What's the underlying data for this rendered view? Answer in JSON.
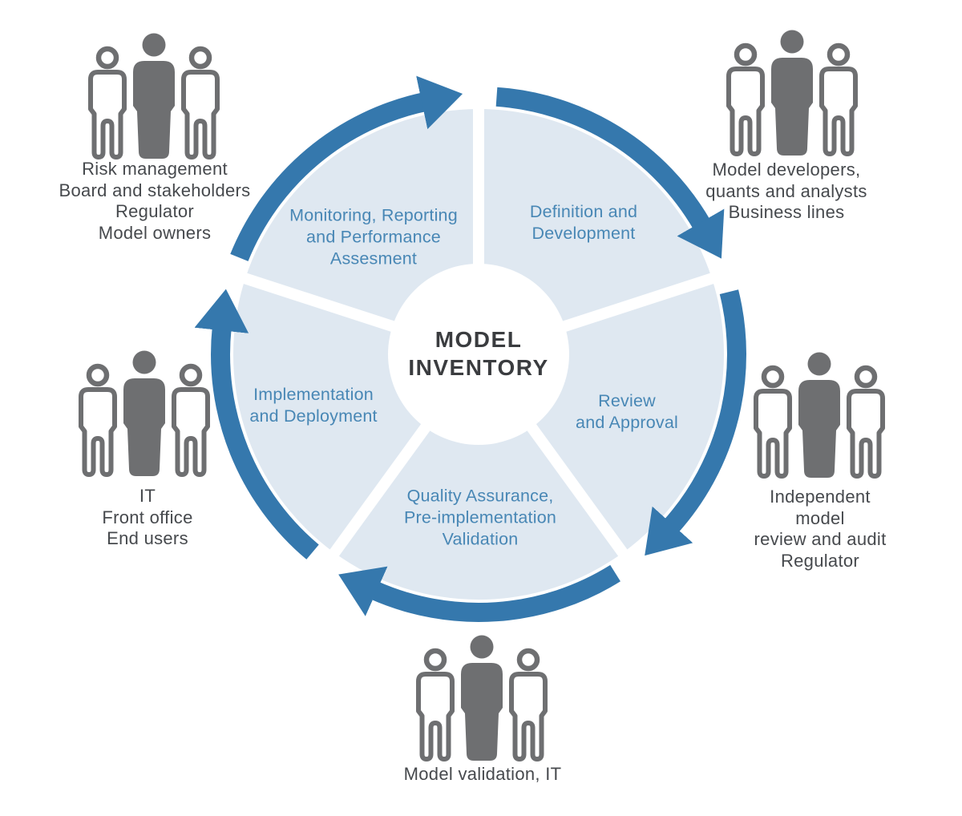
{
  "diagram": {
    "center_title": "MODEL\nINVENTORY",
    "wedges": {
      "monitoring": "Monitoring, Reporting\nand Performance\nAssesment",
      "definition": "Definition and\nDevelopment",
      "review": "Review\nand Approval",
      "quality": "Quality Assurance,\nPre-implementation\nValidation",
      "implementation": "Implementation\nand Deployment"
    },
    "stakeholders": {
      "top_left": "Risk management\nBoard and stakeholders\nRegulator\nModel owners",
      "top_right": "Model developers,\nquants and analysts\nBusiness lines",
      "right": "Independent model\nreview and audit\nRegulator",
      "bottom": "Model validation, IT",
      "left": "IT\nFront office\nEnd users"
    },
    "icons": {
      "people_group": "three-people-icon"
    },
    "colors": {
      "arrow_blue": "#3578ad",
      "wedge_fill": "#dfe8f1",
      "wedge_text_blue": "#4887b5",
      "people_gray": "#6e6f71",
      "label_gray": "#46494d",
      "title_dark": "#3a3c3f",
      "background": "#ffffff"
    }
  }
}
